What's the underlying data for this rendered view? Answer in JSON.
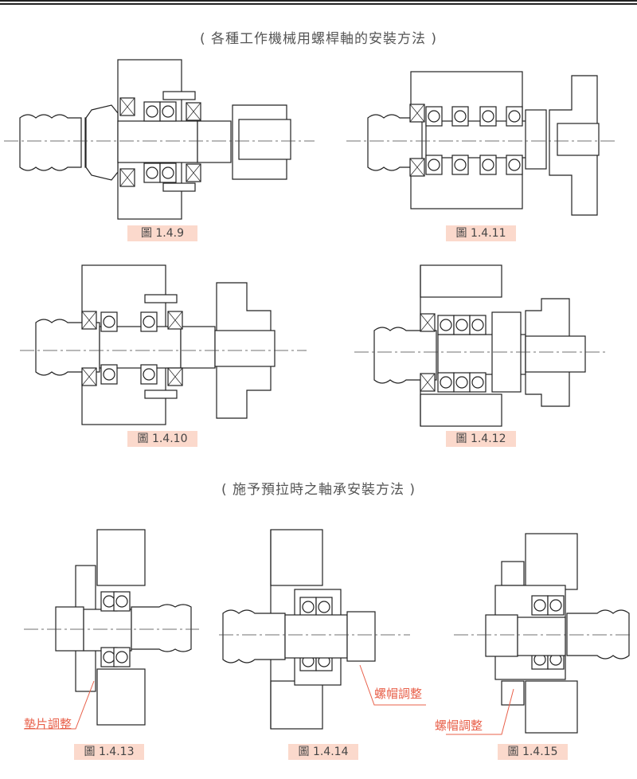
{
  "sections": [
    {
      "title": "( 各種工作機械用螺桿軸的安裝方法 )"
    },
    {
      "title": "( 施予預拉時之軸承安裝方法 )"
    }
  ],
  "figures": [
    {
      "id": "fig-1-4-9",
      "caption": "圖 1.4.9"
    },
    {
      "id": "fig-1-4-11",
      "caption": "圖 1.4.11"
    },
    {
      "id": "fig-1-4-10",
      "caption": "圖 1.4.10"
    },
    {
      "id": "fig-1-4-12",
      "caption": "圖 1.4.12"
    },
    {
      "id": "fig-1-4-13",
      "caption": "圖 1.4.13",
      "callout": "墊片調整"
    },
    {
      "id": "fig-1-4-14",
      "caption": "圖 1.4.14",
      "callout": "螺帽調整"
    },
    {
      "id": "fig-1-4-15",
      "caption": "圖 1.4.15",
      "callout": "螺帽調整"
    }
  ],
  "colors": {
    "caption_bg": "#fbd9cc",
    "callout": "#e8604a"
  }
}
